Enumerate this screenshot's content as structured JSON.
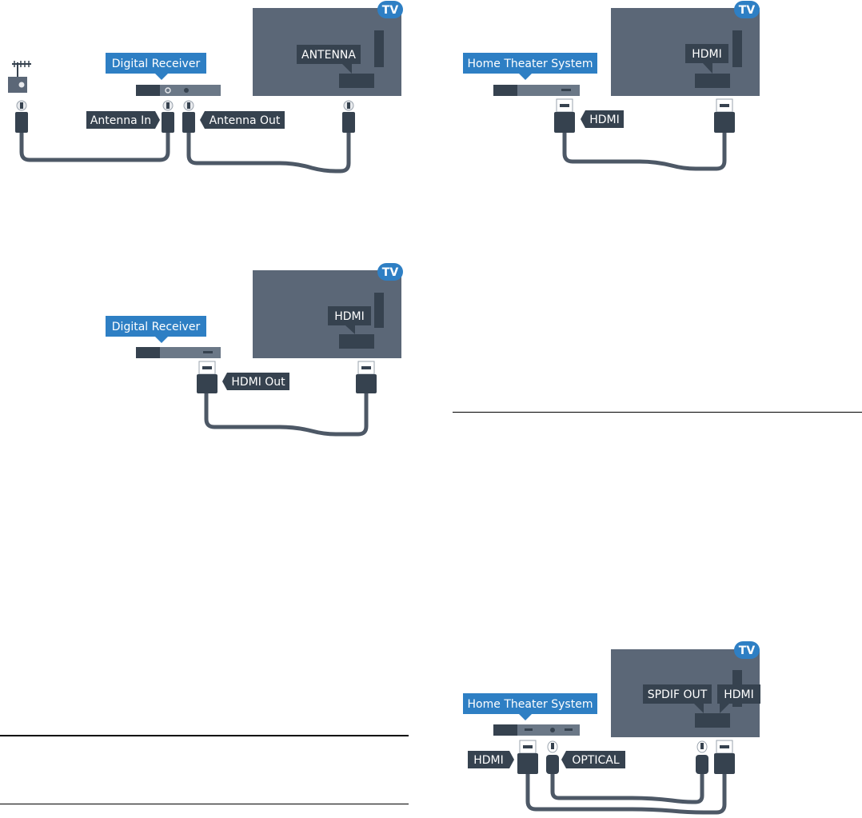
{
  "colors": {
    "tv_body": "#5b6777",
    "label_dark": "#36424f",
    "callout_blue": "#2e7fc4",
    "cable": "#4d5866",
    "connector": "#36424f",
    "plug_light": "#e8eaed",
    "device_dark": "#36424f",
    "device_light": "#6b7887"
  },
  "icons": [
    "antenna-icon",
    "wall-socket-icon"
  ],
  "diagrams": {
    "antenna": {
      "tv_badge": "TV",
      "tv_port": "ANTENNA",
      "device": "Digital Receiver",
      "label_in": "Antenna In",
      "label_out": "Antenna Out"
    },
    "hdmi_receiver": {
      "tv_badge": "TV",
      "tv_port": "HDMI",
      "device": "Digital Receiver",
      "label_out": "HDMI Out"
    },
    "hts_hdmi": {
      "tv_badge": "TV",
      "tv_port": "HDMI",
      "device": "Home Theater System",
      "label_cable": "HDMI"
    },
    "hts_optical": {
      "tv_badge": "TV",
      "tv_port_spdif": "SPDIF OUT",
      "tv_port_hdmi": "HDMI",
      "device": "Home Theater System",
      "label_hdmi": "HDMI",
      "label_optical": "OPTICAL"
    }
  }
}
